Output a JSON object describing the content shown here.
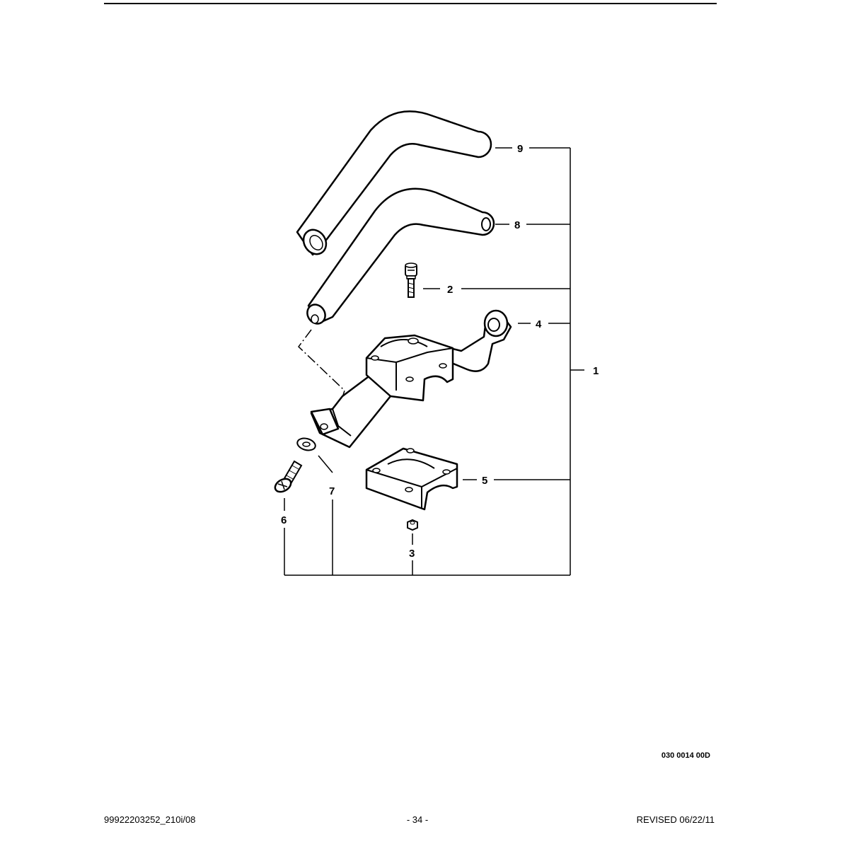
{
  "diagram": {
    "callouts": {
      "c1": "1",
      "c2": "2",
      "c3": "3",
      "c4": "4",
      "c5": "5",
      "c6": "6",
      "c7": "7",
      "c8": "8",
      "c9": "9"
    },
    "drawing_code": "030 0014 00D"
  },
  "footer": {
    "doc_number": "99922203252_210i/08",
    "page": "- 34 -",
    "revision": "REVISED 06/22/11"
  }
}
